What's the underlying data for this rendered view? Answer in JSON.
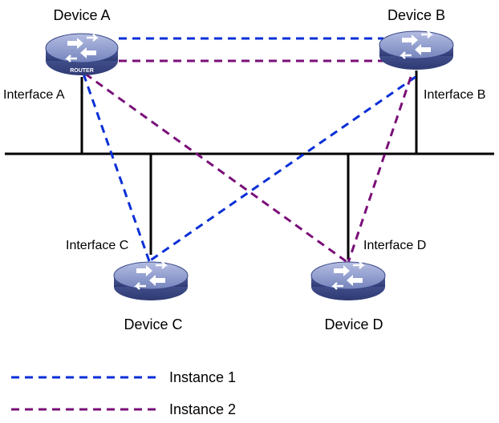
{
  "devices": {
    "a": {
      "name": "Device A",
      "badge": "ROUTER",
      "interface": "Interface A"
    },
    "b": {
      "name": "Device B",
      "interface": "Interface B"
    },
    "c": {
      "name": "Device C",
      "interface": "Interface C"
    },
    "d": {
      "name": "Device D",
      "interface": "Interface D"
    }
  },
  "legend": {
    "instance1": {
      "label": "Instance 1",
      "color": "#0a2fd8"
    },
    "instance2": {
      "label": "Instance 2",
      "color": "#7a0f78"
    }
  },
  "colors": {
    "device_body": "#4a5a9c",
    "device_top": "#8d9acb",
    "bus": "#000000"
  }
}
